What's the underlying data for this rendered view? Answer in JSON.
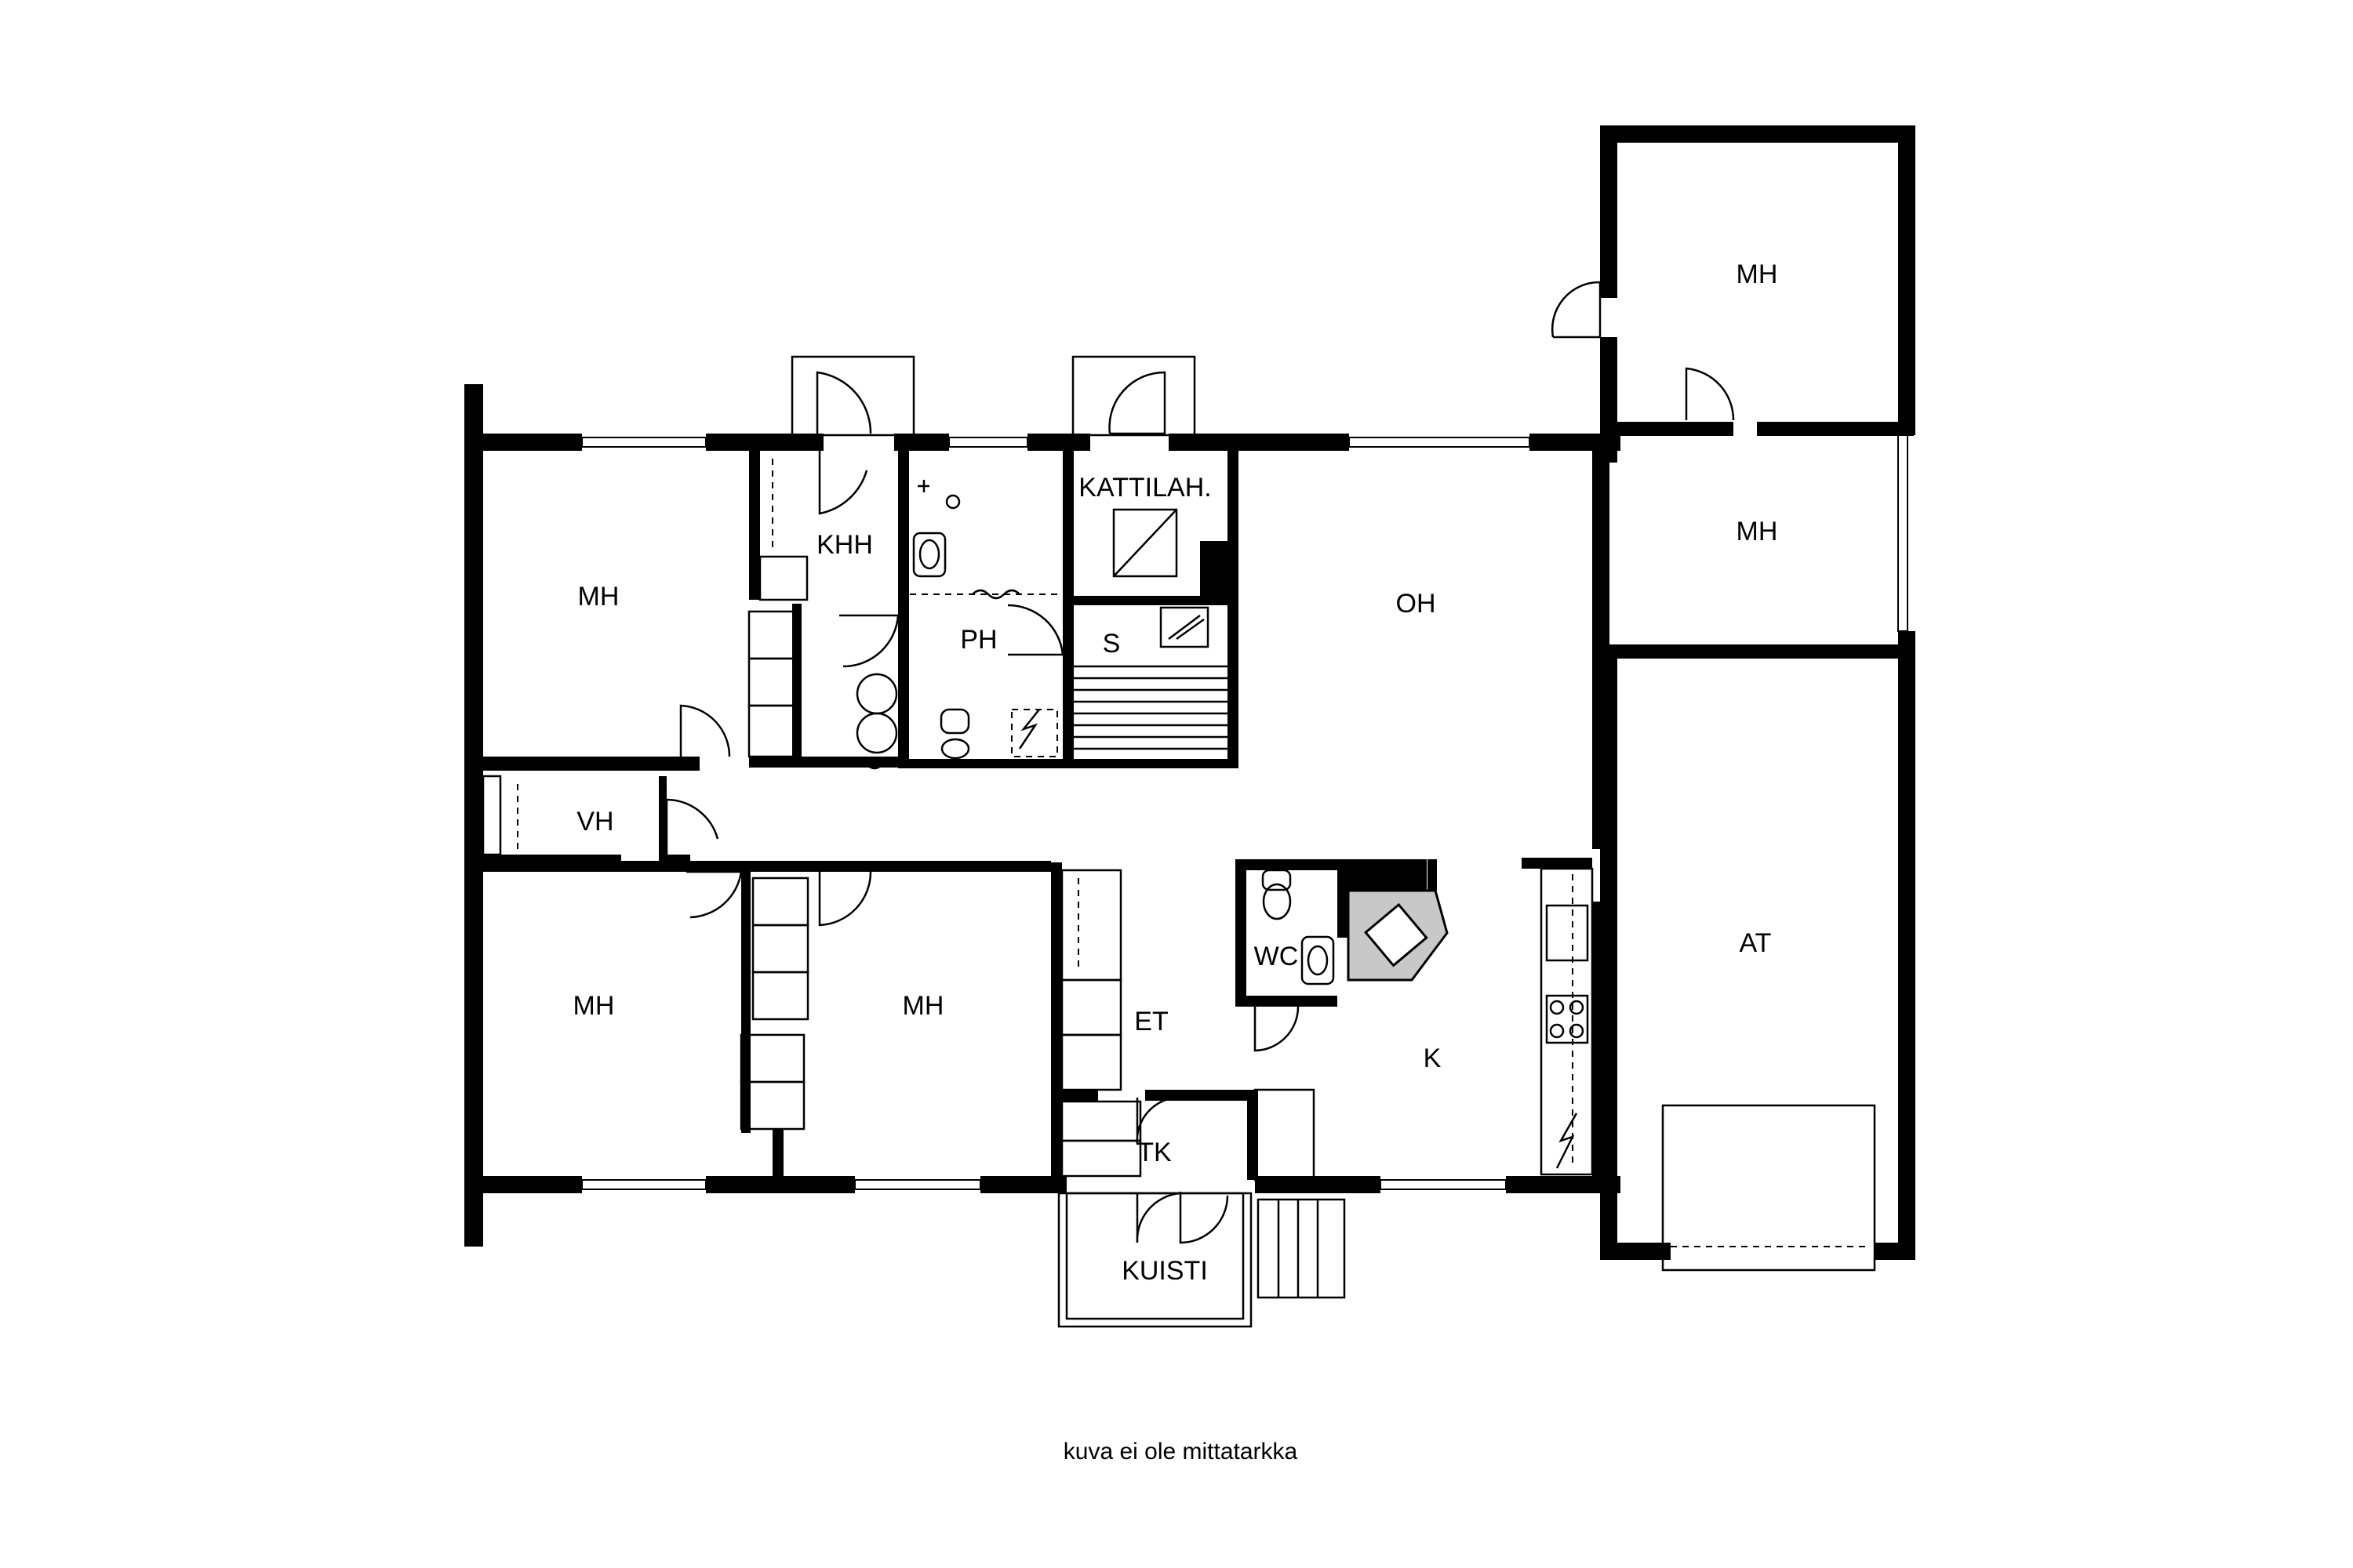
{
  "rooms": {
    "mh_top_right": "MH",
    "mh_mid_right": "MH",
    "mh_left": "MH",
    "khh": "KHH",
    "kattilah": "KATTILAH.",
    "oh": "OH",
    "ph": "PH",
    "s": "S",
    "vh": "VH",
    "mh_bottom_left": "MH",
    "mh_bottom_mid": "MH",
    "et": "ET",
    "wc": "WC",
    "k": "K",
    "at": "AT",
    "tk": "TK",
    "kuisti": "KUISTI"
  },
  "caption": "kuva ei ole mittatarkka"
}
